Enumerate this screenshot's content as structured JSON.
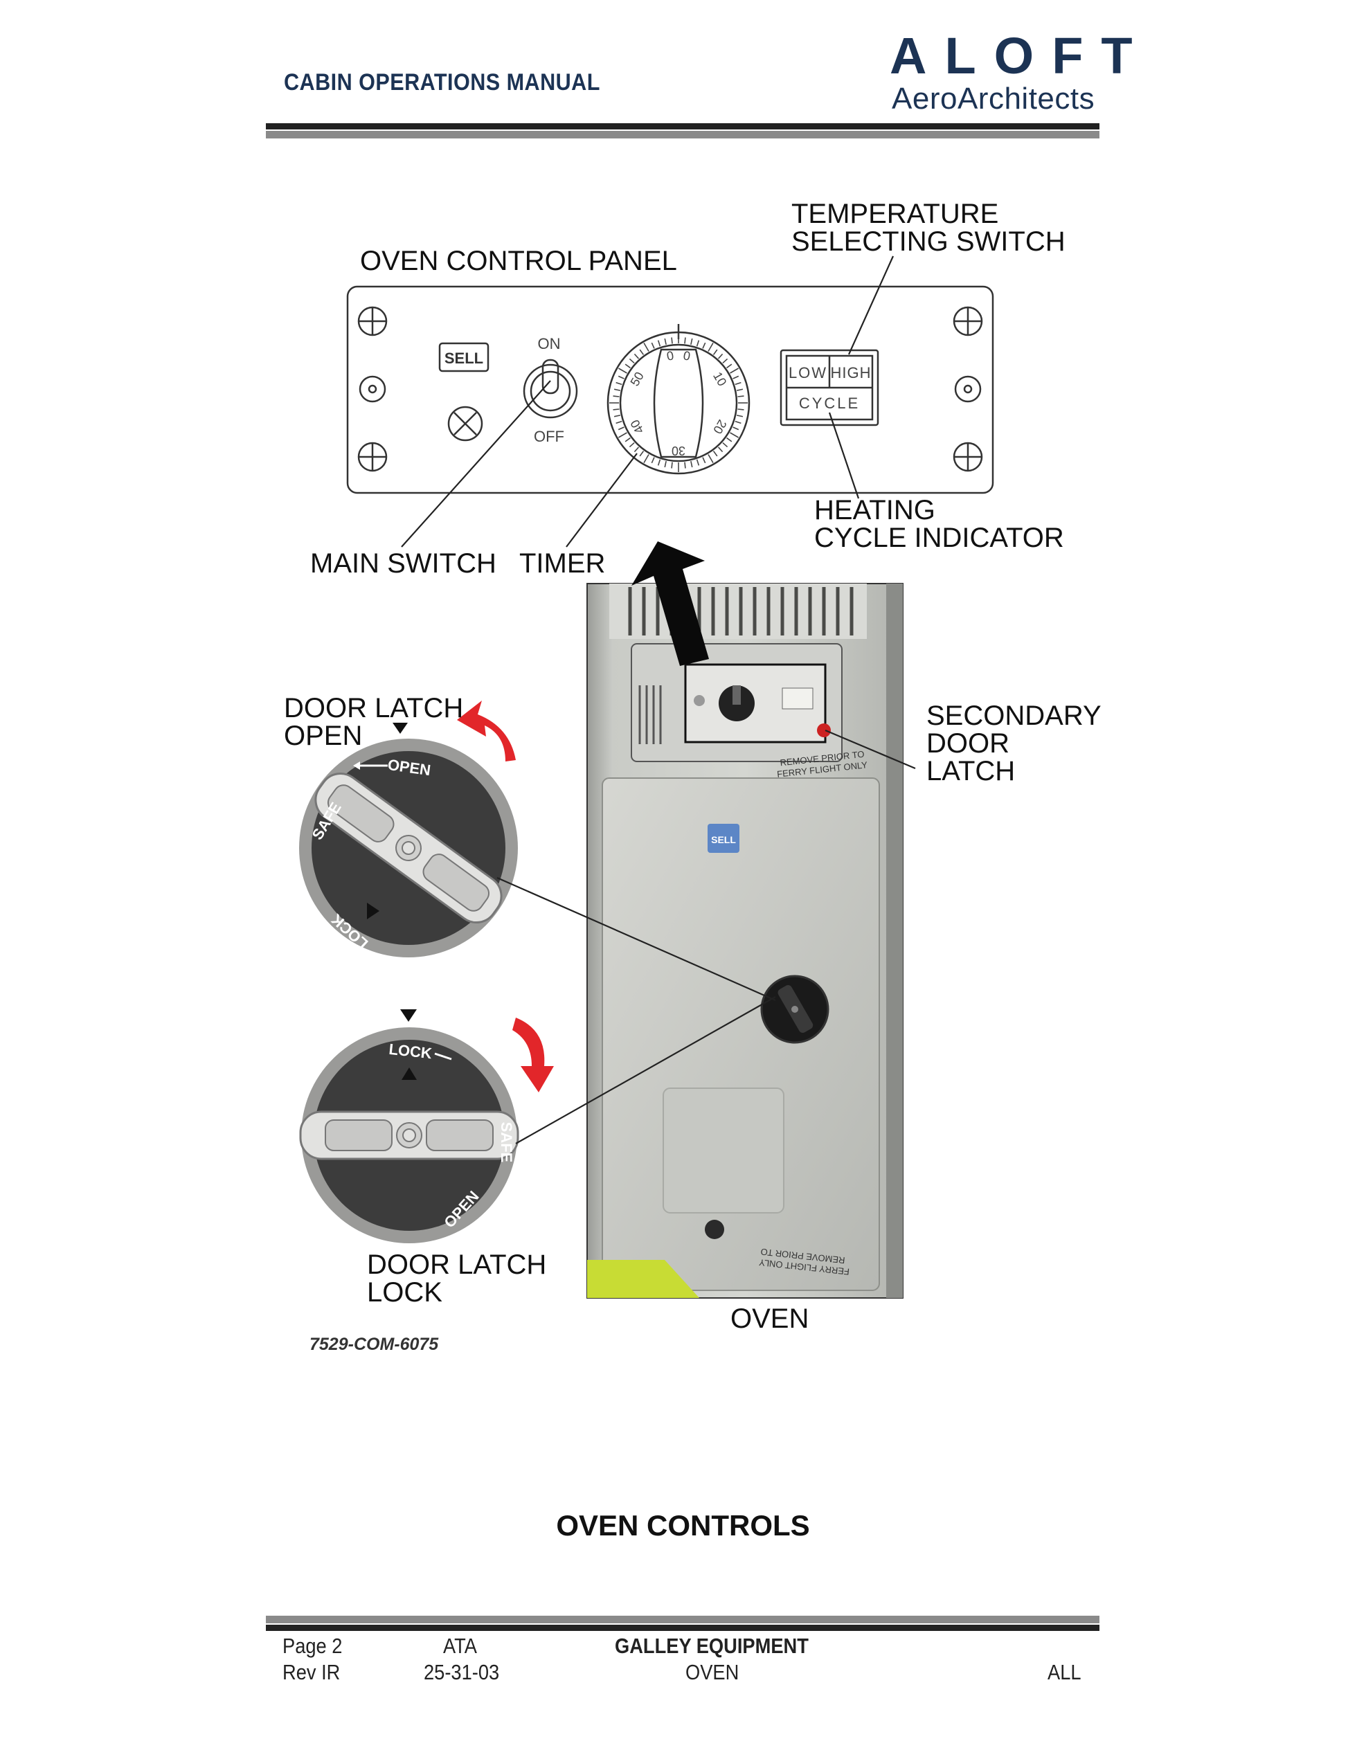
{
  "header": {
    "manual_title": "CABIN OPERATIONS MANUAL",
    "logo_top": "ALOFT",
    "logo_bottom": "AeroArchitects"
  },
  "figure": {
    "panel_title": "OVEN CONTROL PANEL",
    "temp_switch_label": [
      "TEMPERATURE",
      "SELECTING SWITCH"
    ],
    "heating_indicator_label": [
      "HEATING",
      "CYCLE INDICATOR"
    ],
    "main_switch_label": "MAIN SWITCH",
    "timer_label": "TIMER",
    "secondary_latch_label": [
      "SECONDARY",
      "DOOR",
      "LATCH"
    ],
    "door_latch_open_label": [
      "DOOR LATCH",
      "OPEN"
    ],
    "door_latch_lock_label": [
      "DOOR LATCH",
      "LOCK"
    ],
    "oven_label": "OVEN",
    "figure_id": "7529-COM-6075",
    "panel_texts": {
      "on": "ON",
      "off": "OFF",
      "low": "LOW",
      "high": "HIGH",
      "cycle": "CYCLE",
      "brand": "SELL",
      "timer_ticks": [
        "0",
        "10",
        "20",
        "30",
        "40",
        "50",
        "0"
      ]
    },
    "latch_texts": {
      "open": "OPEN",
      "safe": "SAFE",
      "lock": "LOCK"
    },
    "oven_photo_texts": {
      "remove_prior": [
        "REMOVE PRIOR TO",
        "FERRY FLIGHT ONLY"
      ]
    }
  },
  "caption": "OVEN CONTROLS",
  "footer": {
    "page": "Page 2",
    "rev": "Rev IR",
    "ata_label": "ATA",
    "ata_code": "25-31-03",
    "section": "GALLEY EQUIPMENT",
    "subsection": "OVEN",
    "effectivity": "ALL"
  },
  "colors": {
    "brand_navy": "#1c3354",
    "arrow_red": "#e2262a"
  }
}
